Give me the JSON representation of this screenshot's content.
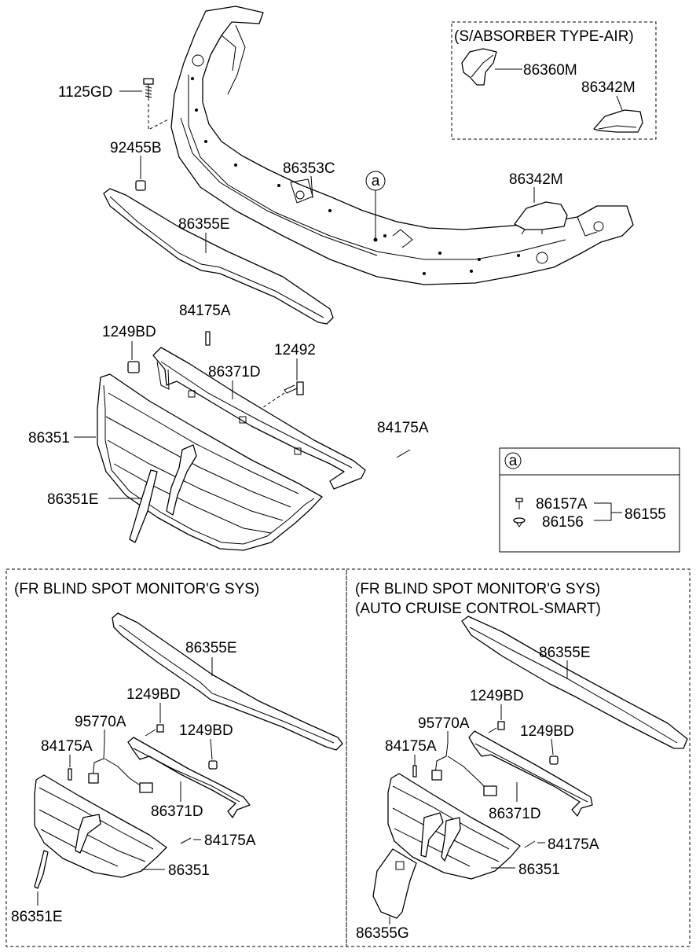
{
  "captions": {
    "absorber_air": "(S/ABSORBER TYPE-AIR)",
    "blind_spot_left": "(FR BLIND SPOT MONITOR'G SYS)",
    "blind_spot_right_1": "(FR BLIND SPOT MONITOR'G SYS)",
    "blind_spot_right_2": "(AUTO CRUISE CONTROL-SMART)"
  },
  "callout_ref": "a",
  "legend": {
    "title": "a",
    "items": [
      "86157A",
      "86156"
    ],
    "assembly": "86155"
  },
  "main_labels": {
    "bolt": "1125GD",
    "clip": "92455B",
    "cover": "86353C",
    "stay_cover": "86342M",
    "molding": "86355E",
    "pin_top": "84175A",
    "nut": "1249BD",
    "screw": "12492",
    "bracket": "86371D",
    "pin_right": "84175A",
    "grille": "86351",
    "garnish": "86351E"
  },
  "absorber_labels": {
    "pad": "86360M",
    "cover": "86342M"
  },
  "left_variant_labels": {
    "molding": "86355E",
    "nut_top": "1249BD",
    "sensor": "95770A",
    "nut_right": "1249BD",
    "pin_left": "84175A",
    "bracket": "86371D",
    "pin_right": "84175A",
    "grille": "86351",
    "garnish": "86351E"
  },
  "right_variant_labels": {
    "molding": "86355E",
    "nut_top": "1249BD",
    "sensor": "95770A",
    "nut_right": "1249BD",
    "pin_left": "84175A",
    "bracket": "86371D",
    "pin_right": "84175A",
    "grille": "86351",
    "cover": "86355G"
  }
}
